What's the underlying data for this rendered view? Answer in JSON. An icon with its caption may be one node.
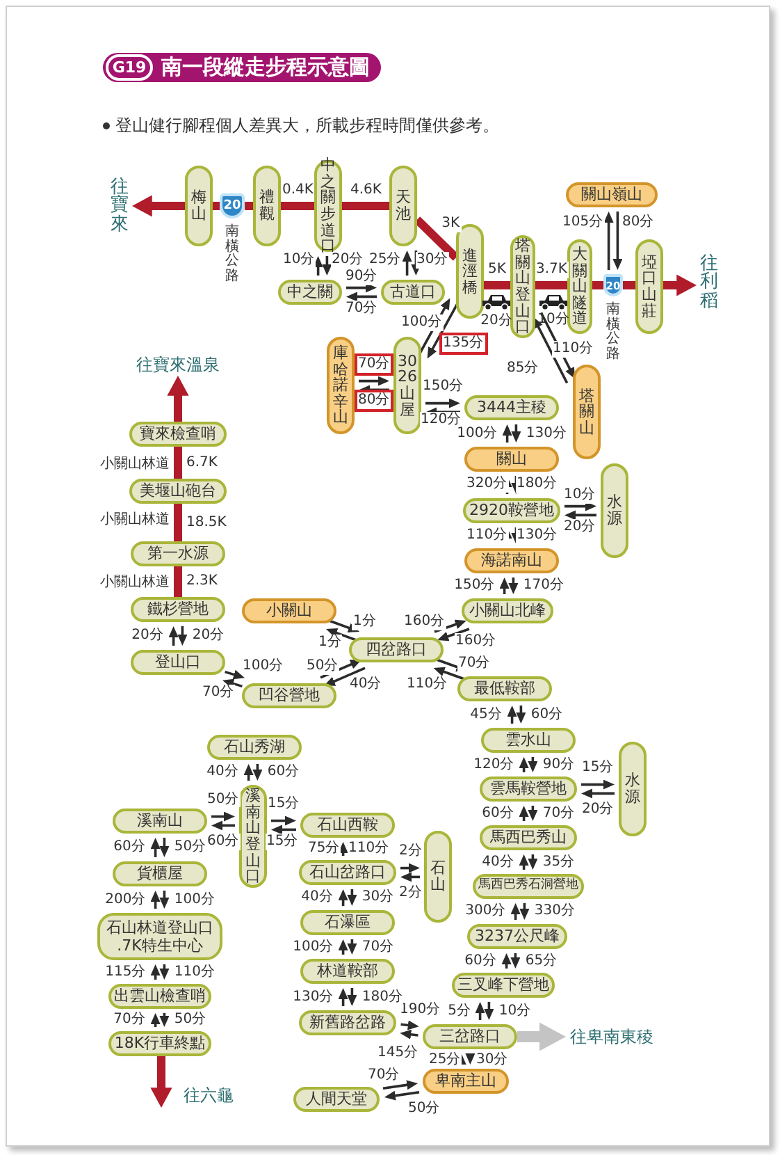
{
  "diagram": {
    "title": "南一段縱走步程示意圖",
    "nodes": [
      {
        "text": [
          "梅山"
        ]
      },
      {
        "text": [
          "禮觀"
        ]
      },
      {
        "text": [
          "中之關步道口"
        ]
      },
      {
        "text": [
          "天池"
        ]
      },
      {
        "text": [
          "進涇橋"
        ]
      },
      {
        "text": [
          "塔關山登山口"
        ]
      },
      {
        "text": [
          "大關山隧道"
        ]
      },
      {
        "text": [
          "關山嶺山"
        ]
      },
      {
        "text": [
          "埡口山莊"
        ]
      },
      {
        "text": [
          "往利稻"
        ]
      },
      {
        "text": [
          "往寶來"
        ]
      },
      {
        "text": [
          "中之關"
        ]
      },
      {
        "text": [
          "古道口"
        ]
      },
      {
        "text": [
          "庫哈諾辛山"
        ]
      },
      {
        "text": [
          "3026山屋"
        ]
      },
      {
        "text": [
          "3444主稜"
        ]
      },
      {
        "text": [
          "塔關山"
        ]
      },
      {
        "text": [
          "關山"
        ]
      },
      {
        "text": [
          "2920鞍營地"
        ]
      },
      {
        "text": [
          "水源"
        ]
      },
      {
        "text": [
          "海諾南山"
        ]
      },
      {
        "text": [
          "小關山北峰"
        ]
      },
      {
        "text": [
          "小關山"
        ]
      },
      {
        "text": [
          "四岔路口"
        ]
      },
      {
        "text": [
          "凹谷營地"
        ]
      },
      {
        "text": [
          "最低鞍部"
        ]
      },
      {
        "text": [
          "登山口"
        ]
      },
      {
        "text": [
          "鐵杉營地"
        ]
      },
      {
        "text": [
          "第一水源"
        ]
      },
      {
        "text": [
          "美堰山砲台"
        ]
      },
      {
        "text": [
          "寶來檢查哨"
        ]
      },
      {
        "text": [
          "往寶來溫泉"
        ]
      },
      {
        "text": [
          "雲水山"
        ]
      },
      {
        "text": [
          "雲馬鞍營地"
        ]
      },
      {
        "text": [
          "水源"
        ]
      },
      {
        "text": [
          "馬西巴秀山"
        ]
      },
      {
        "text": [
          "馬西巴秀石洞營地"
        ]
      },
      {
        "text": [
          "3237公尺峰"
        ]
      },
      {
        "text": [
          "三叉峰下營地"
        ]
      },
      {
        "text": [
          "三岔路口"
        ]
      },
      {
        "text": [
          "往卑南東稜"
        ]
      },
      {
        "text": [
          "卑南主山"
        ]
      },
      {
        "text": [
          "人間天堂"
        ]
      },
      {
        "text": [
          "新舊路岔路"
        ]
      },
      {
        "text": [
          "林道鞍部"
        ]
      },
      {
        "text": [
          "石瀑區"
        ]
      },
      {
        "text": [
          "石山岔路口"
        ]
      },
      {
        "text": [
          "石山西鞍"
        ]
      },
      {
        "text": [
          "石山"
        ]
      },
      {
        "text": [
          "溪南山登山口"
        ]
      },
      {
        "text": [
          "石山秀湖"
        ]
      },
      {
        "text": [
          "溪南山"
        ]
      },
      {
        "text": [
          "貨櫃屋"
        ]
      },
      {
        "text": [
          "石山林道登山口 .7K特生中心"
        ]
      },
      {
        "text": [
          "出雲山檢查哨"
        ]
      },
      {
        "text": [
          "18K行車終點"
        ]
      },
      {
        "text": [
          "往六龜"
        ]
      },
      {
        "text": [
          "20"
        ],
        "beside": [
          "南橫公路"
        ]
      },
      {
        "text": [
          "20"
        ],
        "beside": [
          "南橫公路"
        ]
      }
    ],
    "edges": [
      {
        "from": 0,
        "to": 10,
        "arrow": "to",
        "style": "thick",
        "color": "#b01c2a"
      },
      {
        "from": 0,
        "to": 57,
        "arrow": "none",
        "style": "thick",
        "color": "#b01c2a"
      },
      {
        "from": 57,
        "to": 1,
        "arrow": "none",
        "style": "thick",
        "color": "#b01c2a"
      },
      {
        "from": 1,
        "to": 2,
        "arrow": "none",
        "label": "0.4K",
        "style": "thick",
        "color": "#b01c2a"
      },
      {
        "from": 2,
        "to": 3,
        "arrow": "none",
        "label": "4.6K",
        "style": "thick",
        "color": "#b01c2a"
      },
      {
        "from": 3,
        "to": 4,
        "arrow": "none",
        "label": "3K",
        "style": "thick",
        "color": "#b01c2a"
      },
      {
        "from": 4,
        "to": 5,
        "arrow": "none",
        "label": "5K",
        "style": "thick",
        "color": "#b01c2a"
      },
      {
        "from": 5,
        "to": 6,
        "arrow": "none",
        "label": "3.7K",
        "style": "thick",
        "color": "#b01c2a"
      },
      {
        "from": 6,
        "to": 58,
        "arrow": "none",
        "style": "thick",
        "color": "#b01c2a"
      },
      {
        "from": 58,
        "to": 8,
        "arrow": "none",
        "style": "thick",
        "color": "#b01c2a"
      },
      {
        "from": 8,
        "to": 9,
        "arrow": "to",
        "style": "thick",
        "color": "#b01c2a"
      },
      {
        "from": 27,
        "to": 28,
        "arrow": "none",
        "label": "2.3K",
        "style": "thick",
        "color": "#b01c2a"
      },
      {
        "from": 28,
        "to": 29,
        "arrow": "none",
        "label": "18.5K",
        "style": "thick",
        "color": "#b01c2a"
      },
      {
        "from": 29,
        "to": 30,
        "arrow": "none",
        "label": "6.7K",
        "style": "thick",
        "color": "#b01c2a"
      },
      {
        "from": 30,
        "to": 31,
        "arrow": "to",
        "style": "thick",
        "color": "#b01c2a"
      },
      {
        "from": 55,
        "to": 56,
        "arrow": "to",
        "style": "thick",
        "color": "#b01c2a"
      },
      {
        "from": 39,
        "to": 40,
        "arrow": "to",
        "style": "thick",
        "color": "#c4c4c4"
      },
      {
        "from": 11,
        "to": 2,
        "arrow": "to",
        "label": "10分"
      },
      {
        "from": 2,
        "to": 11,
        "arrow": "to",
        "label": "20分"
      },
      {
        "from": 12,
        "to": 3,
        "arrow": "to",
        "label": "25分"
      },
      {
        "from": 3,
        "to": 12,
        "arrow": "to",
        "label": "30分"
      },
      {
        "from": 11,
        "to": 12,
        "arrow": "to",
        "label": "90分"
      },
      {
        "from": 12,
        "to": 11,
        "arrow": "to",
        "label": "70分"
      },
      {
        "from": 14,
        "to": 4,
        "arrow": "to",
        "label": "100分"
      },
      {
        "from": 4,
        "to": 14,
        "arrow": "to",
        "label": "135分"
      },
      {
        "from": 13,
        "to": 14,
        "arrow": "to",
        "label": "70分"
      },
      {
        "from": 14,
        "to": 13,
        "arrow": "to",
        "label": "80分"
      },
      {
        "from": 14,
        "to": 15,
        "arrow": "to",
        "label": "150分"
      },
      {
        "from": 15,
        "to": 14,
        "arrow": "to",
        "label": "120分"
      },
      {
        "from": 16,
        "to": 5,
        "arrow": "to",
        "label": "85分"
      },
      {
        "from": 5,
        "to": 16,
        "arrow": "to",
        "label": "110分"
      },
      {
        "from": 58,
        "to": 7,
        "arrow": "to",
        "label": "105分"
      },
      {
        "from": 7,
        "to": 58,
        "arrow": "to",
        "label": "80分"
      },
      {
        "from": 17,
        "to": 15,
        "arrow": "to",
        "label": "100分"
      },
      {
        "from": 15,
        "to": 17,
        "arrow": "to",
        "label": "130分"
      },
      {
        "from": 18,
        "to": 17,
        "arrow": "to",
        "label": "320分"
      },
      {
        "from": 17,
        "to": 18,
        "arrow": "to",
        "label": "180分"
      },
      {
        "from": 18,
        "to": 19,
        "arrow": "to",
        "label": "10分"
      },
      {
        "from": 19,
        "to": 18,
        "arrow": "to",
        "label": "20分"
      },
      {
        "from": 20,
        "to": 18,
        "arrow": "to",
        "label": "110分"
      },
      {
        "from": 18,
        "to": 20,
        "arrow": "to",
        "label": "130分"
      },
      {
        "from": 21,
        "to": 20,
        "arrow": "to",
        "label": "150分"
      },
      {
        "from": 20,
        "to": 21,
        "arrow": "to",
        "label": "170分"
      },
      {
        "from": 23,
        "to": 21,
        "arrow": "to",
        "label": "160分"
      },
      {
        "from": 21,
        "to": 23,
        "arrow": "to",
        "label": "160分"
      },
      {
        "from": 22,
        "to": 23,
        "arrow": "to",
        "label": "1分"
      },
      {
        "from": 23,
        "to": 22,
        "arrow": "to",
        "label": "1分"
      },
      {
        "from": 23,
        "to": 25,
        "arrow": "to",
        "label": "70分"
      },
      {
        "from": 25,
        "to": 23,
        "arrow": "to",
        "label": "110分"
      },
      {
        "from": 24,
        "to": 23,
        "arrow": "to",
        "label": "50分"
      },
      {
        "from": 23,
        "to": 24,
        "arrow": "to",
        "label": "40分"
      },
      {
        "from": 26,
        "to": 24,
        "arrow": "to",
        "label": "100分"
      },
      {
        "from": 24,
        "to": 26,
        "arrow": "to",
        "label": "70分"
      },
      {
        "from": 26,
        "to": 27,
        "arrow": "to",
        "label": "20分"
      },
      {
        "from": 27,
        "to": 26,
        "arrow": "to",
        "label": "20分"
      },
      {
        "from": 32,
        "to": 25,
        "arrow": "to",
        "label": "45分"
      },
      {
        "from": 25,
        "to": 32,
        "arrow": "to",
        "label": "60分"
      },
      {
        "from": 33,
        "to": 32,
        "arrow": "to",
        "label": "120分"
      },
      {
        "from": 32,
        "to": 33,
        "arrow": "to",
        "label": "90分"
      },
      {
        "from": 33,
        "to": 34,
        "arrow": "to",
        "label": "15分"
      },
      {
        "from": 34,
        "to": 33,
        "arrow": "to",
        "label": "20分"
      },
      {
        "from": 35,
        "to": 33,
        "arrow": "to",
        "label": "60分"
      },
      {
        "from": 33,
        "to": 35,
        "arrow": "to",
        "label": "70分"
      },
      {
        "from": 36,
        "to": 35,
        "arrow": "to",
        "label": "40分"
      },
      {
        "from": 35,
        "to": 36,
        "arrow": "to",
        "label": "35分"
      },
      {
        "from": 37,
        "to": 36,
        "arrow": "to",
        "label": "300分"
      },
      {
        "from": 36,
        "to": 37,
        "arrow": "to",
        "label": "330分"
      },
      {
        "from": 38,
        "to": 37,
        "arrow": "to",
        "label": "60分"
      },
      {
        "from": 37,
        "to": 38,
        "arrow": "to",
        "label": "65分"
      },
      {
        "from": 39,
        "to": 38,
        "arrow": "to",
        "label": "5分"
      },
      {
        "from": 38,
        "to": 39,
        "arrow": "to",
        "label": "10分"
      },
      {
        "from": 41,
        "to": 39,
        "arrow": "to",
        "label": "25分"
      },
      {
        "from": 39,
        "to": 41,
        "arrow": "to",
        "label": "30分"
      },
      {
        "from": 42,
        "to": 41,
        "arrow": "to",
        "label": "70分"
      },
      {
        "from": 41,
        "to": 42,
        "arrow": "to",
        "label": "50分"
      },
      {
        "from": 43,
        "to": 39,
        "arrow": "to",
        "label": "190分"
      },
      {
        "from": 39,
        "to": 43,
        "arrow": "to",
        "label": "145分"
      },
      {
        "from": 43,
        "to": 44,
        "arrow": "to",
        "label": "130分"
      },
      {
        "from": 44,
        "to": 43,
        "arrow": "to",
        "label": "180分"
      },
      {
        "from": 44,
        "to": 45,
        "arrow": "to",
        "label": "100分"
      },
      {
        "from": 45,
        "to": 44,
        "arrow": "to",
        "label": "70分"
      },
      {
        "from": 45,
        "to": 46,
        "arrow": "to",
        "label": "40分"
      },
      {
        "from": 46,
        "to": 45,
        "arrow": "to",
        "label": "30分"
      },
      {
        "from": 46,
        "to": 47,
        "arrow": "to",
        "label": "75分"
      },
      {
        "from": 47,
        "to": 46,
        "arrow": "to",
        "label": "110分"
      },
      {
        "from": 46,
        "to": 48,
        "arrow": "to",
        "label": "2分"
      },
      {
        "from": 48,
        "to": 46,
        "arrow": "to",
        "label": "2分"
      },
      {
        "from": 49,
        "to": 47,
        "arrow": "to",
        "label": "15分"
      },
      {
        "from": 47,
        "to": 49,
        "arrow": "to",
        "label": "15分"
      },
      {
        "from": 51,
        "to": 49,
        "arrow": "to",
        "label": "50分"
      },
      {
        "from": 49,
        "to": 51,
        "arrow": "to",
        "label": "60分"
      },
      {
        "from": 49,
        "to": 50,
        "arrow": "to",
        "label": "40分"
      },
      {
        "from": 50,
        "to": 49,
        "arrow": "to",
        "label": "60分"
      },
      {
        "from": 52,
        "to": 51,
        "arrow": "to",
        "label": "60分"
      },
      {
        "from": 51,
        "to": 52,
        "arrow": "to",
        "label": "50分"
      },
      {
        "from": 53,
        "to": 52,
        "arrow": "to",
        "label": "200分"
      },
      {
        "from": 52,
        "to": 53,
        "arrow": "to",
        "label": "100分"
      },
      {
        "from": 54,
        "to": 53,
        "arrow": "to",
        "label": "115分"
      },
      {
        "from": 53,
        "to": 54,
        "arrow": "to",
        "label": "110分"
      },
      {
        "from": 55,
        "to": 54,
        "arrow": "to",
        "label": "70分"
      },
      {
        "from": 54,
        "to": 55,
        "arrow": "to",
        "label": "50分"
      }
    ],
    "labels": [
      "G19",
      "登山健行腳程個人差異大，所載步程時間僅供參考。",
      "20分",
      "10分",
      "小關山林道",
      "小關山林道",
      "小關山林道"
    ]
  }
}
